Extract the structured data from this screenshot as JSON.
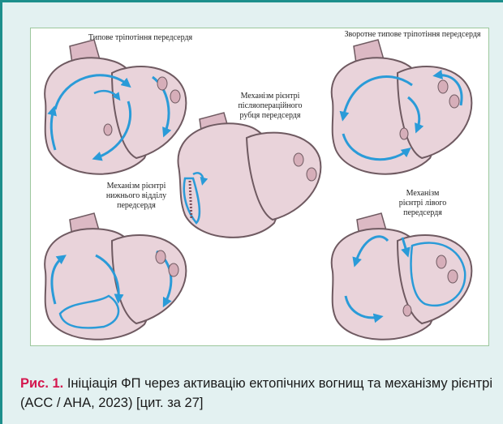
{
  "figure": {
    "labels": {
      "typical_flutter": "Типове тріпотіння передсердя",
      "reverse_flutter": "Зворотне типове тріпотіння передсердя",
      "scar_reentry": [
        "Механізм рієнтрі",
        "післяопераційного",
        "рубця передсердя"
      ],
      "lower_reentry": [
        "Механізм рієнтрі",
        "нижнього відділу",
        "передсердя"
      ],
      "left_reentry": [
        "Механізм",
        "рієнтрі лівого",
        "передсердя"
      ]
    },
    "colors": {
      "heart_fill": "#e9d3da",
      "heart_outline": "#6f5a61",
      "vessel_fill": "#dcb9c4",
      "arrow": "#2a9bd8"
    }
  },
  "caption": {
    "number": "Рис. 1.",
    "text": " Ініціація ФП через активацію ектопічних вогнищ та механізму рієнтрі (ACC / AHA, 2023) [цит. за 27]"
  }
}
